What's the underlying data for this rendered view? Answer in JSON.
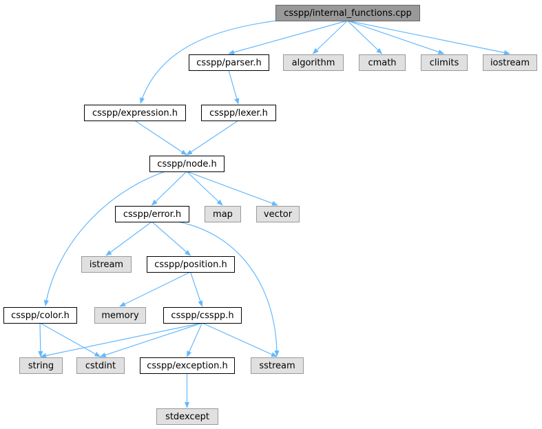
{
  "colors": {
    "root_fill": "#999999",
    "project_fill": "#ffffff",
    "system_fill": "#e0e0e0",
    "border_root": "#666666",
    "border_project": "#000000",
    "border_system": "#999999",
    "edge": "#63b8ff"
  },
  "nodes": [
    {
      "id": "internal_functions",
      "label": "csspp/internal_functions.cpp",
      "kind": "root"
    },
    {
      "id": "parser",
      "label": "csspp/parser.h",
      "kind": "project"
    },
    {
      "id": "algorithm",
      "label": "algorithm",
      "kind": "system"
    },
    {
      "id": "cmath",
      "label": "cmath",
      "kind": "system"
    },
    {
      "id": "climits",
      "label": "climits",
      "kind": "system"
    },
    {
      "id": "iostream",
      "label": "iostream",
      "kind": "system"
    },
    {
      "id": "expression",
      "label": "csspp/expression.h",
      "kind": "project"
    },
    {
      "id": "lexer",
      "label": "csspp/lexer.h",
      "kind": "project"
    },
    {
      "id": "node",
      "label": "csspp/node.h",
      "kind": "project"
    },
    {
      "id": "error",
      "label": "csspp/error.h",
      "kind": "project"
    },
    {
      "id": "map",
      "label": "map",
      "kind": "system"
    },
    {
      "id": "vector",
      "label": "vector",
      "kind": "system"
    },
    {
      "id": "istream",
      "label": "istream",
      "kind": "system"
    },
    {
      "id": "position",
      "label": "csspp/position.h",
      "kind": "project"
    },
    {
      "id": "color",
      "label": "csspp/color.h",
      "kind": "project"
    },
    {
      "id": "memory",
      "label": "memory",
      "kind": "system"
    },
    {
      "id": "csspp",
      "label": "csspp/csspp.h",
      "kind": "project"
    },
    {
      "id": "string",
      "label": "string",
      "kind": "system"
    },
    {
      "id": "cstdint",
      "label": "cstdint",
      "kind": "system"
    },
    {
      "id": "exception",
      "label": "csspp/exception.h",
      "kind": "project"
    },
    {
      "id": "sstream",
      "label": "sstream",
      "kind": "system"
    },
    {
      "id": "stdexcept",
      "label": "stdexcept",
      "kind": "system"
    }
  ],
  "edges": [
    {
      "from": "internal_functions",
      "to": "parser"
    },
    {
      "from": "internal_functions",
      "to": "algorithm"
    },
    {
      "from": "internal_functions",
      "to": "cmath"
    },
    {
      "from": "internal_functions",
      "to": "climits"
    },
    {
      "from": "internal_functions",
      "to": "iostream"
    },
    {
      "from": "internal_functions",
      "to": "expression"
    },
    {
      "from": "parser",
      "to": "lexer"
    },
    {
      "from": "expression",
      "to": "node"
    },
    {
      "from": "lexer",
      "to": "node"
    },
    {
      "from": "node",
      "to": "error"
    },
    {
      "from": "node",
      "to": "map"
    },
    {
      "from": "node",
      "to": "vector"
    },
    {
      "from": "node",
      "to": "color"
    },
    {
      "from": "error",
      "to": "istream"
    },
    {
      "from": "error",
      "to": "position"
    },
    {
      "from": "error",
      "to": "sstream"
    },
    {
      "from": "position",
      "to": "memory"
    },
    {
      "from": "position",
      "to": "csspp"
    },
    {
      "from": "color",
      "to": "string"
    },
    {
      "from": "color",
      "to": "cstdint"
    },
    {
      "from": "csspp",
      "to": "string"
    },
    {
      "from": "csspp",
      "to": "cstdint"
    },
    {
      "from": "csspp",
      "to": "exception"
    },
    {
      "from": "csspp",
      "to": "sstream"
    },
    {
      "from": "exception",
      "to": "stdexcept"
    }
  ]
}
